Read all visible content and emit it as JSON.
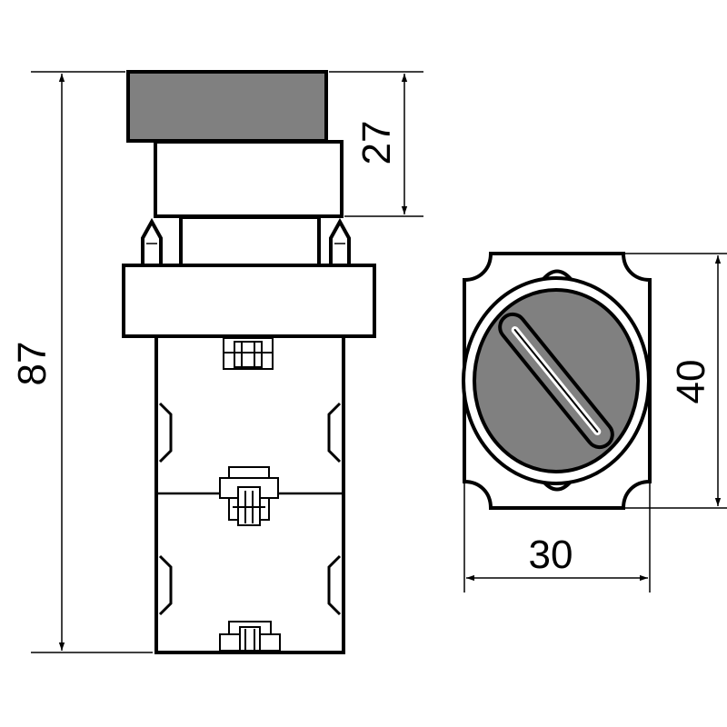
{
  "dimensions": {
    "height_total": "87",
    "head_height": "27",
    "front_height": "40",
    "front_width": "30"
  },
  "colors": {
    "line": "#000000",
    "fill": "#ffffff",
    "actuator": "#808080"
  }
}
